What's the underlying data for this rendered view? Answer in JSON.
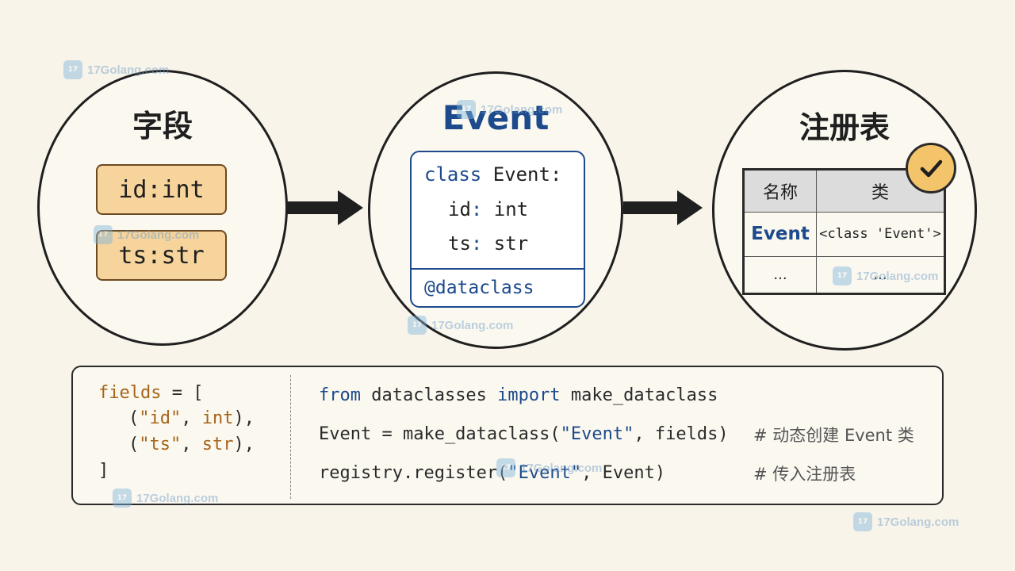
{
  "fields_node": {
    "title": "字段",
    "fields": [
      {
        "label": "id:int"
      },
      {
        "label": "ts:str"
      }
    ]
  },
  "event_node": {
    "title": "Event",
    "class_card": {
      "keyword": "class",
      "name": " Event:",
      "line2_name": "id",
      "line2_sep": ":",
      "line2_type": " int",
      "line3_name": "ts",
      "line3_sep": ":",
      "line3_type": " str",
      "decorator": "@dataclass"
    }
  },
  "registry_node": {
    "title": "注册表",
    "headers": [
      "名称",
      "类"
    ],
    "rows": [
      [
        "Event",
        "<class 'Event'>"
      ],
      [
        "...",
        "..."
      ]
    ],
    "badge_icon": "checkmark-icon"
  },
  "code_panel": {
    "left": {
      "l1_var": "fields",
      "l1_rest": " = [",
      "l2_open": "(",
      "l2_str": "\"id\"",
      "l2_mid": ", ",
      "l2_type": "int",
      "l2_close": "),",
      "l3_open": "(",
      "l3_str": "\"ts\"",
      "l3_mid": ", ",
      "l3_type": "str",
      "l3_close": "),",
      "l4": "]"
    },
    "right": {
      "r1_from": "from",
      "r1_mod": " dataclasses ",
      "r1_import": "import",
      "r1_name": " make_dataclass",
      "r2_pre": "Event = make_dataclass(",
      "r2_str": "\"Event\"",
      "r2_post": ", fields)",
      "r2_comment": "# 动态创建 Event 类",
      "r3_pre": "registry.register(",
      "r3_str": "\"Event\"",
      "r3_post": ", Event)",
      "r3_comment": "# 传入注册表"
    }
  },
  "watermark": {
    "text": "17Golang.com"
  },
  "colors": {
    "background": "#f8f4ea",
    "accent_blue": "#1c4a8c",
    "field_fill": "#f6d49c",
    "badge_fill": "#f4c46a",
    "code_orange": "#a5651a"
  }
}
